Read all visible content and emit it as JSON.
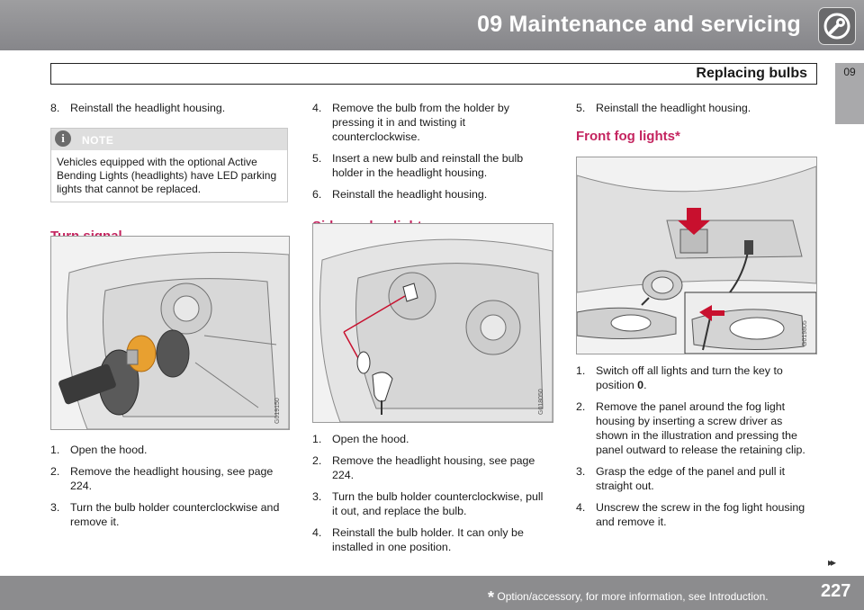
{
  "header": {
    "chapter_title": "09 Maintenance and servicing",
    "section_title": "Replacing bulbs",
    "chapter_tab": "09",
    "chapter_icon": "wrench-icon"
  },
  "col1": {
    "step8": {
      "n": "8.",
      "text": "Reinstall the headlight housing."
    },
    "note": {
      "icon": "i",
      "title": "NOTE",
      "body": "Vehicles equipped with the optional Active Bending Lights (headlights) have LED parking lights that cannot be replaced."
    },
    "turn_signal": {
      "heading": "Turn signal",
      "figure_code": "G019150",
      "steps": [
        {
          "n": "1.",
          "text": "Open the hood."
        },
        {
          "n": "2.",
          "text": "Remove the headlight housing, see page 224."
        },
        {
          "n": "3.",
          "text": "Turn the bulb holder counterclockwise and remove it."
        }
      ]
    }
  },
  "col2": {
    "steps_top": [
      {
        "n": "4.",
        "text": "Remove the bulb from the holder by pressing it in and twisting it counterclockwise."
      },
      {
        "n": "5.",
        "text": "Insert a new bulb and reinstall the bulb holder in the headlight housing."
      },
      {
        "n": "6.",
        "text": "Reinstall the headlight housing."
      }
    ],
    "side_marker": {
      "heading": "Side marker light",
      "figure_code": "G018050",
      "steps": [
        {
          "n": "1.",
          "text": "Open the hood."
        },
        {
          "n": "2.",
          "text": "Remove the headlight housing, see page 224."
        },
        {
          "n": "3.",
          "text": "Turn the bulb holder counterclockwise, pull it out, and replace the bulb."
        },
        {
          "n": "4.",
          "text": "Reinstall the bulb holder. It can only be installed in one position."
        }
      ]
    }
  },
  "col3": {
    "step5": {
      "n": "5.",
      "text": "Reinstall the headlight housing."
    },
    "fog": {
      "heading": "Front fog lights*",
      "figure_code": "G019805",
      "steps": [
        {
          "n": "1.",
          "text": "Switch off all lights and turn the key to position ",
          "bold": "0",
          "after": "."
        },
        {
          "n": "2.",
          "text": "Remove the panel around the fog light housing by inserting a screw driver as shown in the illustration and pressing the panel outward to release the retaining clip."
        },
        {
          "n": "3.",
          "text": "Grasp the edge of the panel and pull it straight out."
        },
        {
          "n": "4.",
          "text": "Unscrew the screw in the fog light housing and remove it."
        }
      ]
    }
  },
  "footer": {
    "star": "*",
    "footnote": "Option/accessory, for more information, see Introduction.",
    "page_number": "227",
    "continue": "▸▸"
  },
  "colors": {
    "heading": "#c4245f",
    "bar": "#8c8c8e",
    "arrow": "#c8102e"
  }
}
